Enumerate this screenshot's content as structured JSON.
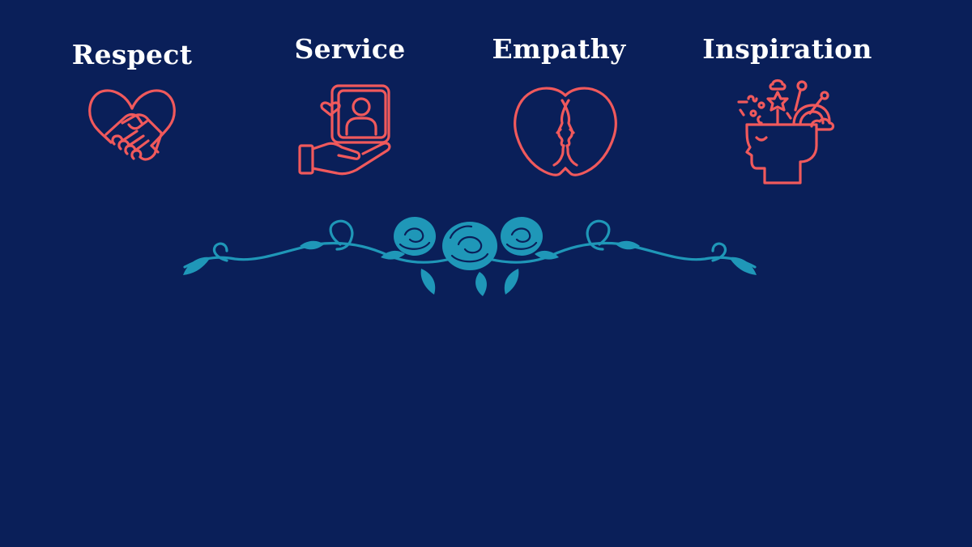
{
  "background_color": "#0a1f59",
  "icon_color": "#f0595c",
  "ornament_color": "#1f97b8",
  "title_color": "#ffffff",
  "values": [
    {
      "title": "Respect",
      "icon": "handshake-heart-icon"
    },
    {
      "title": "Service",
      "icon": "caring-hand-icon"
    },
    {
      "title": "Empathy",
      "icon": "two-faces-icon"
    },
    {
      "title": "Inspiration",
      "icon": "creative-mind-icon"
    }
  ],
  "ornament": {
    "icon": "rose-vine-divider"
  }
}
